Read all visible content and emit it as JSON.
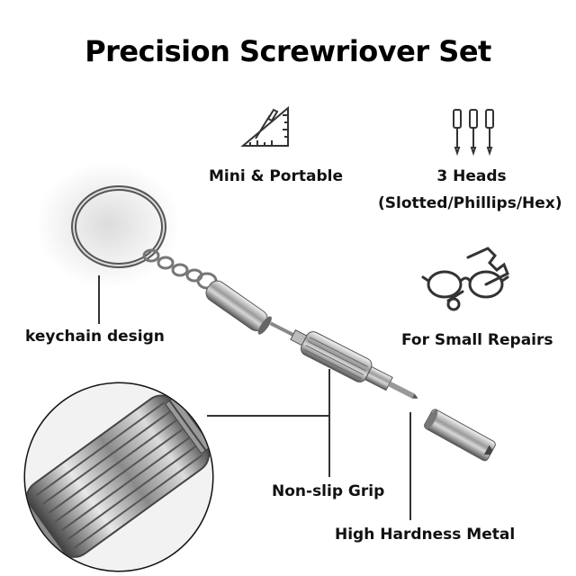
{
  "title": "Precision Screwriover Set",
  "features": {
    "mini_portable": "Mini & Portable",
    "three_heads_line1": "3 Heads",
    "three_heads_line2": "(Slotted/Phillips/Hex)",
    "small_repairs": "For Small Repairs"
  },
  "callouts": {
    "keychain": "keychain design",
    "grip": "Non-slip Grip",
    "metal": "High Hardness Metal"
  },
  "icons": [
    "screwdriver-ruler-icon",
    "three-screwdrivers-icon",
    "glasses-wrench-icon"
  ]
}
